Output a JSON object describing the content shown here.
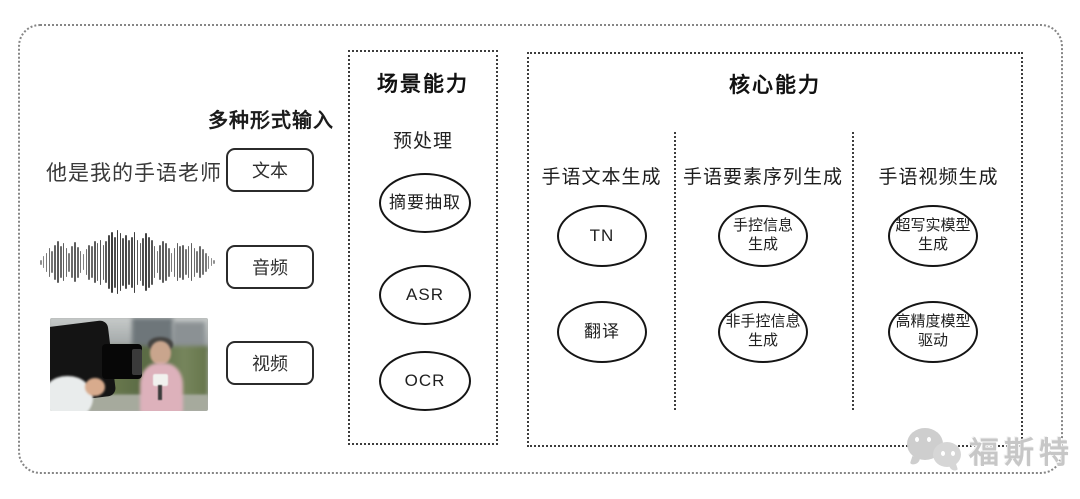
{
  "input_section": {
    "label": "多种形式输入",
    "sample_text": "他是我的手语老师",
    "items": [
      {
        "label": "文本"
      },
      {
        "label": "音频"
      },
      {
        "label": "视频"
      }
    ]
  },
  "scene_box": {
    "title": "场景能力",
    "subtitle": "预处理",
    "nodes": [
      "摘要抽取",
      "ASR",
      "OCR"
    ]
  },
  "core_box": {
    "title": "核心能力",
    "columns": [
      {
        "header": "手语文本生成",
        "nodes": [
          "TN",
          "翻译"
        ]
      },
      {
        "header": "手语要素序列生成",
        "nodes": [
          "手控信息\n生成",
          "非手控信息\n生成"
        ]
      },
      {
        "header": "手语视频生成",
        "nodes": [
          "超写实模型\n生成",
          "高精度模型\n驱动"
        ]
      }
    ]
  },
  "watermark": {
    "icon": "wechat-icon",
    "text": "福斯特"
  },
  "colors": {
    "line": "#1a1a1a",
    "dotted_frame": "#868686",
    "watermark": "#c7c7c7"
  },
  "waveform": {
    "amplitudes": [
      0.08,
      0.18,
      0.3,
      0.45,
      0.35,
      0.55,
      0.65,
      0.5,
      0.6,
      0.45,
      0.3,
      0.5,
      0.62,
      0.48,
      0.35,
      0.25,
      0.4,
      0.55,
      0.5,
      0.65,
      0.6,
      0.7,
      0.55,
      0.65,
      0.85,
      0.95,
      0.8,
      1.0,
      0.9,
      0.75,
      0.85,
      0.7,
      0.8,
      0.95,
      0.7,
      0.6,
      0.75,
      0.9,
      0.8,
      0.7,
      0.5,
      0.35,
      0.55,
      0.65,
      0.6,
      0.45,
      0.3,
      0.45,
      0.6,
      0.5,
      0.55,
      0.4,
      0.5,
      0.6,
      0.45,
      0.35,
      0.5,
      0.4,
      0.3,
      0.2,
      0.12,
      0.06
    ]
  }
}
